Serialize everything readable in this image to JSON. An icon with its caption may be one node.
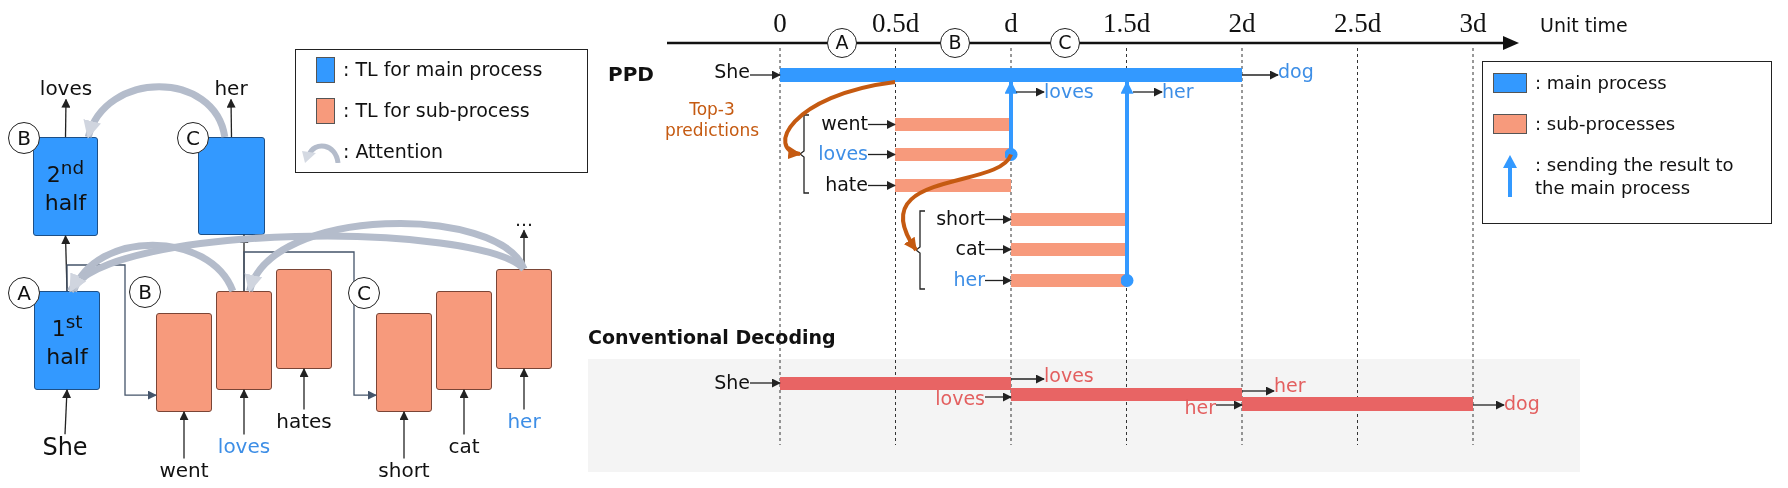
{
  "diagram": {
    "nodes": [
      {
        "text": [
          "She"
        ]
      },
      {
        "text": [
          "1$^{st}$ half"
        ],
        "beside": [
          "A"
        ]
      },
      {
        "text": [
          "2$^{nd}$ half"
        ],
        "beside": [
          "B"
        ]
      },
      {
        "text": [
          "loves"
        ]
      },
      {
        "text": [],
        "shape": "box",
        "beside": [
          "C"
        ]
      },
      {
        "text": [
          "her"
        ]
      },
      {
        "text": [],
        "shape": "box",
        "beside": [
          "B"
        ]
      },
      {
        "text": [],
        "shape": "box"
      },
      {
        "text": [],
        "shape": "box"
      },
      {
        "text": [
          "went"
        ]
      },
      {
        "text": [
          "loves"
        ]
      },
      {
        "text": [
          "hates"
        ]
      },
      {
        "text": [],
        "shape": "box",
        "beside": [
          "C"
        ]
      },
      {
        "text": [],
        "shape": "box"
      },
      {
        "text": [],
        "shape": "box"
      },
      {
        "text": [
          "short"
        ]
      },
      {
        "text": [
          "cat"
        ]
      },
      {
        "text": [
          "her"
        ]
      },
      {
        "text": [
          "…"
        ]
      },
      {
        "text": [
          "She"
        ]
      },
      {
        "text": [],
        "shape": "bar"
      },
      {
        "text": [
          "dog"
        ]
      },
      {
        "text": [
          "loves"
        ]
      },
      {
        "text": [
          "her"
        ]
      },
      {
        "text": [
          "went"
        ]
      },
      {
        "text": [
          "loves"
        ]
      },
      {
        "text": [
          "hate"
        ]
      },
      {
        "text": [],
        "shape": "bar"
      },
      {
        "text": [],
        "shape": "bar"
      },
      {
        "text": [],
        "shape": "bar"
      },
      {
        "text": [
          "short"
        ]
      },
      {
        "text": [
          "cat"
        ]
      },
      {
        "text": [
          "her"
        ]
      },
      {
        "text": [],
        "shape": "bar"
      },
      {
        "text": [],
        "shape": "bar"
      },
      {
        "text": [],
        "shape": "bar"
      },
      {
        "text": [
          "Conventional Decoding"
        ]
      },
      {
        "text": [
          "She"
        ],
        "in": 36
      },
      {
        "text": [],
        "shape": "bar",
        "in": 36
      },
      {
        "text": [
          "loves"
        ],
        "in": 36
      },
      {
        "text": [
          "loves"
        ],
        "in": 36
      },
      {
        "text": [],
        "shape": "bar",
        "in": 36
      },
      {
        "text": [
          "her"
        ],
        "in": 36
      },
      {
        "text": [
          "her"
        ],
        "in": 36
      },
      {
        "text": [],
        "shape": "bar",
        "in": 36
      },
      {
        "text": [
          "dog"
        ],
        "in": 36
      },
      {
        "text": [],
        "shape": "bracket"
      },
      {
        "text": [],
        "shape": "bracket"
      }
    ],
    "edges": [
      {
        "from": 0,
        "to": 1,
        "arrow": "to"
      },
      {
        "from": 1,
        "to": 2,
        "arrow": "to"
      },
      {
        "from": 2,
        "to": 3,
        "arrow": "to"
      },
      {
        "from": 4,
        "to": 5,
        "arrow": "to"
      },
      {
        "from": 1,
        "to": 6,
        "arrow": "to",
        "color": "#44546a"
      },
      {
        "from": 9,
        "to": 6,
        "arrow": "to"
      },
      {
        "from": 10,
        "to": 7,
        "arrow": "to"
      },
      {
        "from": 11,
        "to": 8,
        "arrow": "to"
      },
      {
        "from": 7,
        "to": 4,
        "arrow": "to"
      },
      {
        "from": 7,
        "to": 12,
        "arrow": "to",
        "color": "#44546a"
      },
      {
        "from": 15,
        "to": 12,
        "arrow": "to"
      },
      {
        "from": 16,
        "to": 13,
        "arrow": "to"
      },
      {
        "from": 17,
        "to": 14,
        "arrow": "to"
      },
      {
        "from": 14,
        "to": 18,
        "arrow": "to"
      },
      {
        "from": 4,
        "to": 2,
        "arrow": "to",
        "style": "thick",
        "color": "#b4bccb"
      },
      {
        "from": 7,
        "to": 1,
        "arrow": "to",
        "style": "thick",
        "color": "#b4bccb"
      },
      {
        "from": 14,
        "to": 7,
        "arrow": "to",
        "style": "thick",
        "color": "#b4bccb"
      },
      {
        "from": 14,
        "to": 1,
        "arrow": "to",
        "style": "thick",
        "color": "#b4bccb"
      },
      {
        "from": 19,
        "to": 20,
        "arrow": "to"
      },
      {
        "from": 20,
        "to": 21,
        "arrow": "to"
      },
      {
        "from": 28,
        "to": 20,
        "arrow": "to",
        "style": "thick",
        "color": "#3399ff"
      },
      {
        "from": 20,
        "to": 22,
        "arrow": "to"
      },
      {
        "from": 20,
        "to": 23,
        "arrow": "to"
      },
      {
        "from": 20,
        "to": 46,
        "arrow": "to",
        "label": "Top-3 predictions",
        "style": "thick",
        "color": "#c55a11"
      },
      {
        "from": 24,
        "to": 27,
        "arrow": "to"
      },
      {
        "from": 25,
        "to": 28,
        "arrow": "to"
      },
      {
        "from": 26,
        "to": 29,
        "arrow": "to"
      },
      {
        "from": 28,
        "to": 47,
        "arrow": "to",
        "style": "thick",
        "color": "#c55a11"
      },
      {
        "from": 30,
        "to": 33,
        "arrow": "to"
      },
      {
        "from": 31,
        "to": 34,
        "arrow": "to"
      },
      {
        "from": 32,
        "to": 35,
        "arrow": "to"
      },
      {
        "from": 35,
        "to": 20,
        "arrow": "to",
        "style": "thick",
        "color": "#3399ff"
      },
      {
        "from": 37,
        "to": 38,
        "arrow": "to"
      },
      {
        "from": 38,
        "to": 39,
        "arrow": "to"
      },
      {
        "from": 40,
        "to": 41,
        "arrow": "to"
      },
      {
        "from": 41,
        "to": 42,
        "arrow": "to"
      },
      {
        "from": 43,
        "to": 44,
        "arrow": "to"
      },
      {
        "from": 44,
        "to": 45,
        "arrow": "to"
      }
    ],
    "labels": [
      "0",
      "A",
      "0.5d",
      "B",
      "d",
      "C",
      "1.5d",
      "2d",
      "2.5d",
      "3d",
      "Unit time",
      "PPD"
    ],
    "legend": [
      {
        "text": ": TL for main process",
        "color": "#3399ff"
      },
      {
        "text": ": TL for sub-process",
        "color": "#f79a7c"
      },
      {
        "text": ": Attention"
      },
      {
        "text": ": main process",
        "color": "#3399ff"
      },
      {
        "text": ": sub-processes",
        "color": "#f79a7c"
      },
      {
        "text": ": sending the result to the main process"
      }
    ]
  }
}
